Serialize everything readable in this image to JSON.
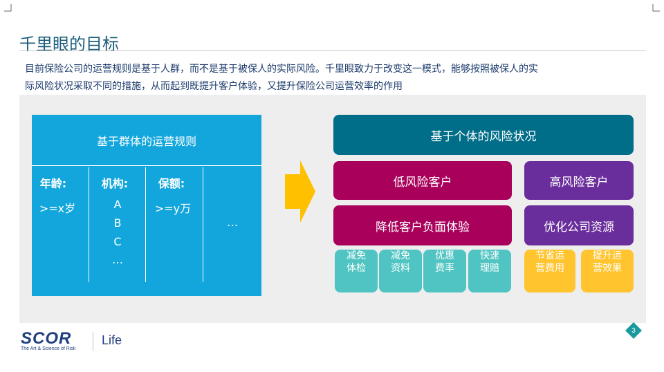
{
  "slide": {
    "title": "千里眼的目标",
    "intro_line1": "目前保险公司的运营规则是基于人群，而不是基于被保人的实际风险。千里眼致力于改变这一模式，能够按照被保人的实",
    "intro_line2": "际风险状况采取不同的措施，从而起到既提升客户体验，又提升保险公司运营效率的作用",
    "page_number": "3"
  },
  "left_box": {
    "header": "基于群体的运营规则",
    "columns": [
      {
        "head": "年龄:",
        "values": [
          ">=x岁"
        ]
      },
      {
        "head": "机构:",
        "values": [
          "A",
          "B",
          "C",
          "…"
        ]
      },
      {
        "head": "保额:",
        "values": [
          ">=y万"
        ]
      },
      {
        "head": "",
        "values": [
          "…"
        ]
      }
    ]
  },
  "right_side": {
    "top": "基于个体的风险状况",
    "low_risk": "低风险客户",
    "high_risk": "高风险客户",
    "reduce_negative": "降低客户负面体验",
    "optimize": "优化公司资源",
    "teal_items": [
      "减免\n体检",
      "减免\n资料",
      "优惠\n费率",
      "快速\n理赔"
    ],
    "yellow_items": [
      "节省运\n营费用",
      "提升运\n营效果"
    ]
  },
  "footer": {
    "logo": "SCOR",
    "tagline": "The Art & Science of Risk",
    "product": "Life"
  },
  "colors": {
    "title": "#1b5e7a",
    "blue_box": "#12a6dc",
    "dark_teal": "#006e89",
    "crimson": "#a8005b",
    "purple": "#6a2e9c",
    "teal": "#4fc4c2",
    "yellow": "#ffc42e",
    "arrow": "#ffc000"
  }
}
